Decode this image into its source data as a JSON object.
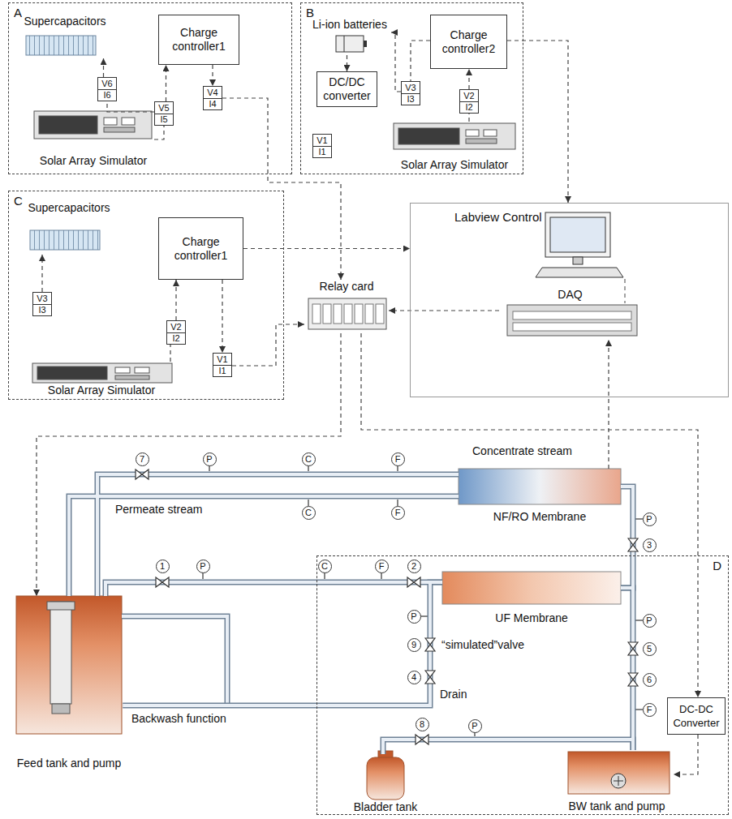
{
  "diagram": {
    "nodes": [
      {
        "text": [
          "A"
        ]
      },
      {
        "text": [
          "Supercapacitors"
        ],
        "in": 0
      },
      {
        "text": [
          "Charge controller1"
        ],
        "in": 0
      },
      {
        "text": [
          "V6",
          "I6"
        ],
        "in": 0
      },
      {
        "text": [
          "V5",
          "I5"
        ],
        "in": 0
      },
      {
        "text": [
          "V4",
          "I4"
        ],
        "in": 0
      },
      {
        "text": [
          "Solar Array Simulator"
        ],
        "in": 0
      },
      {
        "text": [
          "B"
        ]
      },
      {
        "text": [
          "Li-ion batteries"
        ],
        "in": 7
      },
      {
        "text": [
          "Charge controller2"
        ],
        "in": 7
      },
      {
        "text": [
          "DC/DC converter"
        ],
        "in": 7
      },
      {
        "text": [
          "V3",
          "I3"
        ],
        "in": 7
      },
      {
        "text": [
          "V2",
          "I2"
        ],
        "in": 7
      },
      {
        "text": [
          "V1",
          "I1"
        ],
        "in": 7
      },
      {
        "text": [
          "Solar Array Simulator"
        ],
        "in": 7
      },
      {
        "text": [
          "C"
        ]
      },
      {
        "text": [
          "Supercapacitors"
        ],
        "in": 15
      },
      {
        "text": [
          "Charge controller1"
        ],
        "in": 15
      },
      {
        "text": [
          "V3",
          "I3"
        ],
        "in": 15
      },
      {
        "text": [
          "V2",
          "I2"
        ],
        "in": 15
      },
      {
        "text": [
          "V1",
          "I1"
        ],
        "in": 15
      },
      {
        "text": [
          "Solar Array Simulator"
        ],
        "in": 15
      },
      {
        "text": [
          "Labview Control"
        ]
      },
      {
        "text": [
          "DAQ"
        ],
        "in": 22
      },
      {
        "text": [
          "Relay card"
        ]
      },
      {
        "text": [
          "NF/RO Membrane"
        ]
      },
      {
        "text": [
          "Feed tank and pump"
        ]
      },
      {
        "text": [
          "D"
        ]
      },
      {
        "text": [
          "UF Membrane"
        ],
        "in": 27
      },
      {
        "text": [
          "Bladder tank"
        ],
        "in": 27
      },
      {
        "text": [
          "BW tank and pump"
        ],
        "in": 27
      },
      {
        "text": [
          "DC-DC Converter"
        ],
        "in": 27
      }
    ],
    "edges": [
      {
        "from": 4,
        "to": 2,
        "arrow": "to"
      },
      {
        "from": 2,
        "to": 5,
        "arrow": "to"
      },
      {
        "from": 3,
        "to": 1,
        "arrow": "to"
      },
      {
        "from": 4,
        "to": 3,
        "arrow": "none"
      },
      {
        "from": 6,
        "to": 4,
        "arrow": "none"
      },
      {
        "from": 5,
        "to": 24,
        "arrow": "to"
      },
      {
        "from": 14,
        "to": 12,
        "arrow": "none"
      },
      {
        "from": 12,
        "to": 9,
        "arrow": "to"
      },
      {
        "from": 9,
        "to": 11,
        "arrow": "none"
      },
      {
        "from": 11,
        "to": 8,
        "arrow": "to"
      },
      {
        "from": 8,
        "to": 10,
        "arrow": "to"
      },
      {
        "from": 9,
        "to": 22,
        "arrow": "to"
      },
      {
        "from": 21,
        "to": 19,
        "arrow": "none"
      },
      {
        "from": 19,
        "to": 17,
        "arrow": "to"
      },
      {
        "from": 17,
        "to": 20,
        "arrow": "to"
      },
      {
        "from": 20,
        "to": 24,
        "arrow": "to"
      },
      {
        "from": 18,
        "to": 16,
        "arrow": "to"
      },
      {
        "from": 17,
        "to": 22,
        "arrow": "to"
      },
      {
        "from": 23,
        "to": 24,
        "arrow": "to"
      },
      {
        "from": 24,
        "to": 26,
        "arrow": "to"
      },
      {
        "from": 24,
        "to": 31,
        "arrow": "to"
      },
      {
        "from": 25,
        "to": 23,
        "arrow": "to"
      },
      {
        "from": 31,
        "to": 30,
        "arrow": "to"
      },
      {
        "from": 26,
        "to": 28,
        "arrow": "none"
      },
      {
        "from": 28,
        "to": 25,
        "arrow": "none"
      },
      {
        "from": 25,
        "to": 26,
        "label": "Concentrate stream",
        "arrow": "none"
      },
      {
        "from": 25,
        "to": 26,
        "label": "Permeate stream",
        "arrow": "none"
      },
      {
        "from": 28,
        "to": 26,
        "label": "Drain",
        "arrow": "none"
      },
      {
        "from": 30,
        "to": 28,
        "arrow": "none"
      },
      {
        "from": 29,
        "to": 30,
        "arrow": "none"
      }
    ],
    "labels": [
      "7",
      "P",
      "C",
      "F",
      "C",
      "F",
      "P",
      "3",
      "1",
      "P",
      "C",
      "F",
      "2",
      "P",
      "9",
      "“simulated”valve",
      "4",
      "P",
      "5",
      "6",
      "F",
      "8",
      "P",
      "Backwash function"
    ]
  }
}
